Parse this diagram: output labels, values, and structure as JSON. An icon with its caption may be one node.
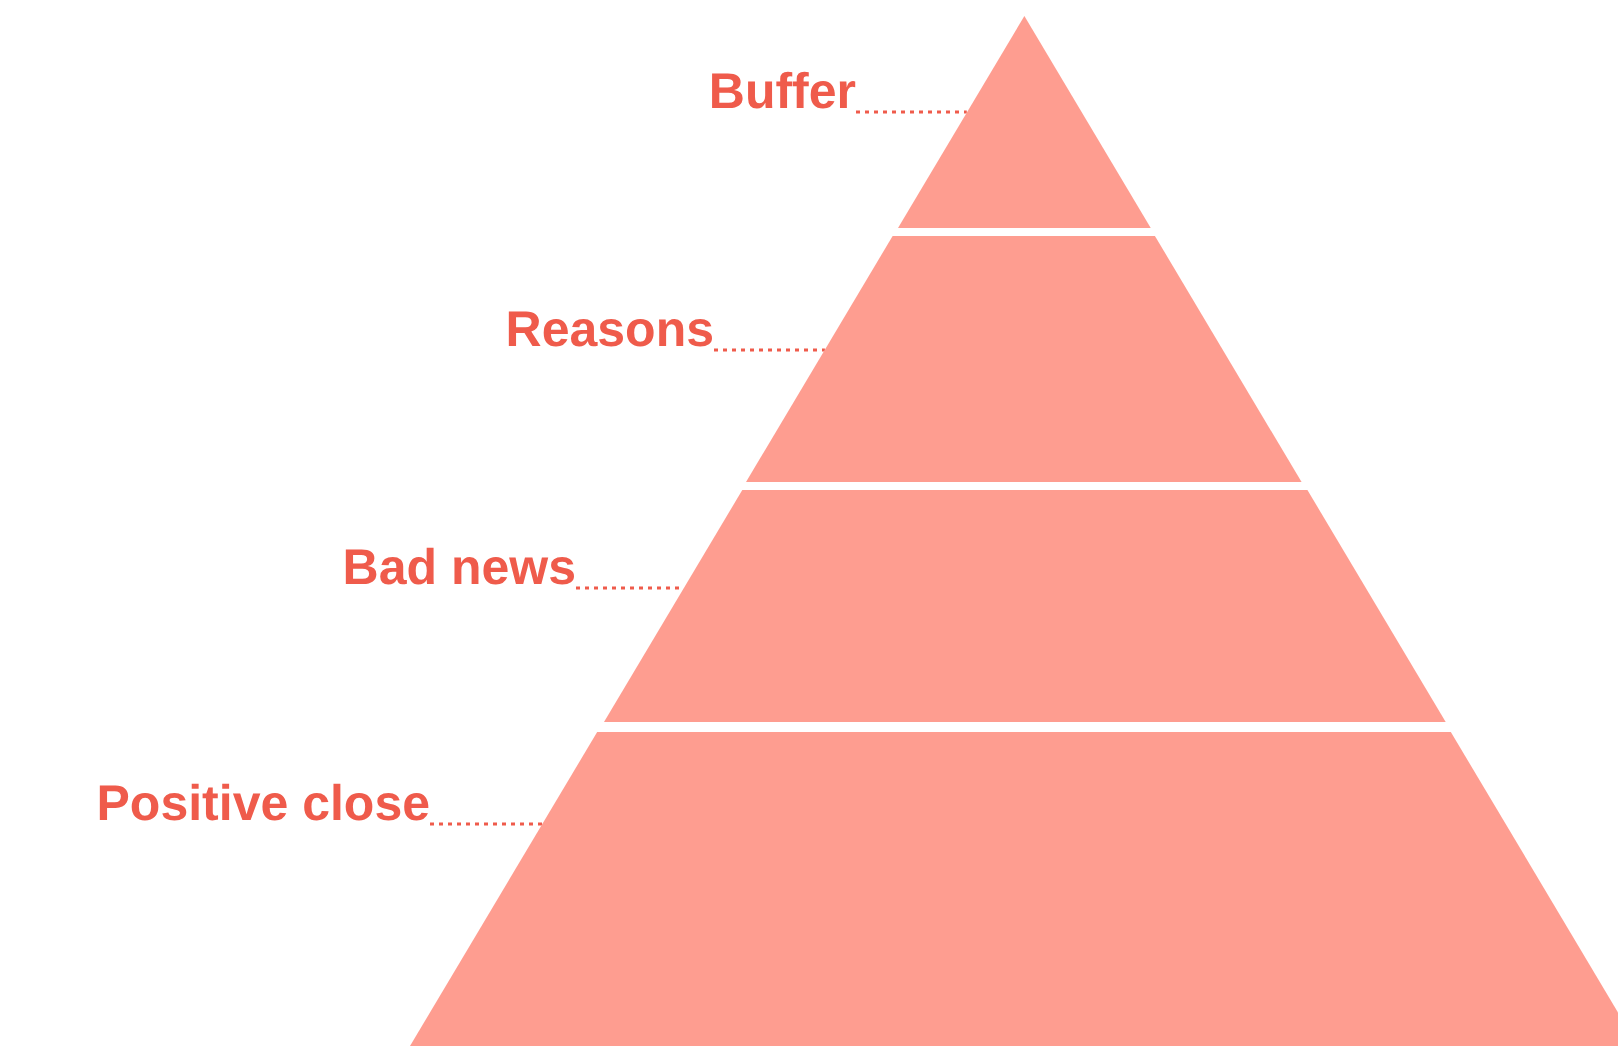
{
  "diagram": {
    "nodes": [
      {
        "text": [
          "Buffer"
        ]
      },
      {
        "text": [],
        "shape": "triangle"
      },
      {
        "text": [
          "Reasons"
        ]
      },
      {
        "text": [],
        "shape": "trapezoid"
      },
      {
        "text": [
          "Bad news"
        ]
      },
      {
        "text": [],
        "shape": "trapezoid"
      },
      {
        "text": [
          "Positive close"
        ]
      },
      {
        "text": [],
        "shape": "trapezoid"
      }
    ],
    "edges": [
      {
        "from": 0,
        "to": 1,
        "arrow": "none"
      },
      {
        "from": 2,
        "to": 3,
        "arrow": "none"
      },
      {
        "from": 4,
        "to": 5,
        "arrow": "none"
      },
      {
        "from": 6,
        "to": 7,
        "arrow": "none"
      }
    ]
  }
}
